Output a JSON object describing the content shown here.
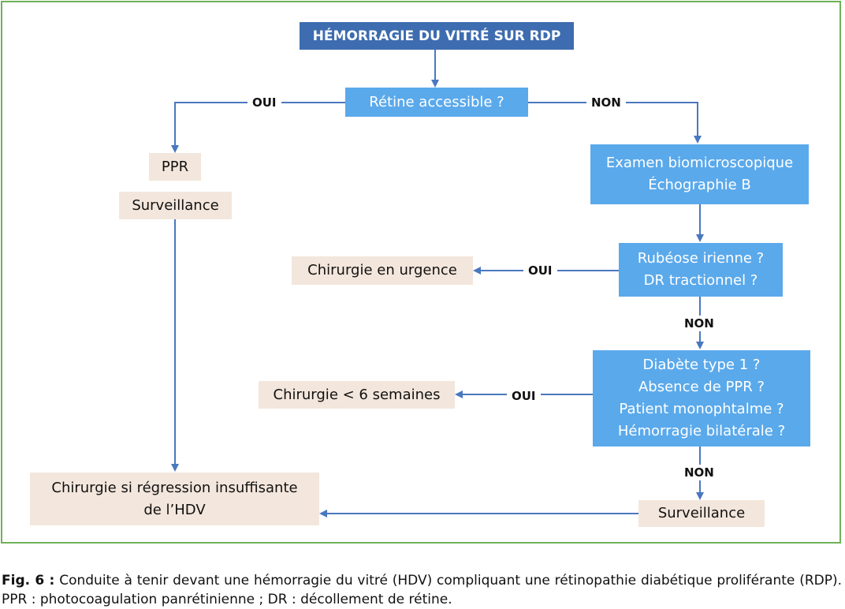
{
  "colors": {
    "frame": "#6fb257",
    "title_box": "#3e6cb0",
    "blue_box": "#5aa9eb",
    "tan_box": "#f3e6dc",
    "arrow": "#4a78bf"
  },
  "nodes": {
    "title": "HÉMORRAGIE DU VITRÉ SUR RDP",
    "retina": "Rétine accessible ?",
    "ppr": "PPR",
    "surveillance_left": "Surveillance",
    "exam": [
      "Examen biomicroscopique",
      "Échographie B"
    ],
    "rubeose": [
      "Rubéose irienne ?",
      "DR tractionnel ?"
    ],
    "urgent": "Chirurgie en urgence",
    "criteria": [
      "Diabète type 1 ?",
      "Absence de PPR ?",
      "Patient monophtalme ?",
      "Hémorragie bilatérale ?"
    ],
    "six_weeks": "Chirurgie < 6 semaines",
    "surveillance_right": "Surveillance",
    "regression": [
      "Chirurgie si régression insuffisante",
      "de l’HDV"
    ]
  },
  "labels": {
    "oui_1": "OUI",
    "non_1": "NON",
    "oui_2": "OUI",
    "non_2": "NON",
    "oui_3": "OUI",
    "non_3": "NON"
  },
  "caption": {
    "prefix": "Fig. 6 :",
    "text": "Conduite à tenir devant une hémorragie du vitré (HDV) compliquant une rétinopathie diabétique proliférante (RDP). PPR : photocoagulation panrétinienne ; DR : décollement de rétine."
  }
}
